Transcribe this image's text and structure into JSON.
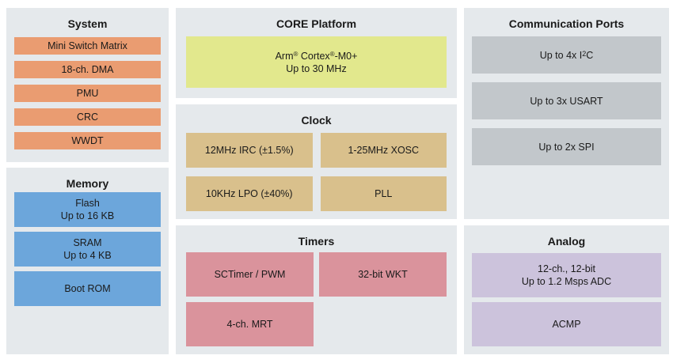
{
  "colors": {
    "panel_bg": "#e5e9ec",
    "system_block": "#ea9c71",
    "memory_block": "#6ca6db",
    "core_block": "#e2e88d",
    "clock_block": "#d9c08c",
    "timer_block": "#da939c",
    "comm_block": "#c2c7cb",
    "analog_block": "#ccc3dc"
  },
  "system": {
    "title": "System",
    "blocks": [
      "Mini Switch Matrix",
      "18-ch. DMA",
      "PMU",
      "CRC",
      "WWDT"
    ]
  },
  "memory": {
    "title": "Memory",
    "flash": {
      "line1": "Flash",
      "line2": "Up to 16 KB"
    },
    "sram": {
      "line1": "SRAM",
      "line2": "Up to 4 KB"
    },
    "boot_rom": "Boot ROM"
  },
  "core": {
    "title": "CORE Platform",
    "cpu": {
      "name_prefix": "Arm",
      "reg1": "®",
      "name_mid": " Cortex",
      "reg2": "®",
      "name_suffix": "-M0+",
      "line2": "Up to 30 MHz"
    }
  },
  "clock": {
    "title": "Clock",
    "blocks": [
      "12MHz IRC (±1.5%)",
      "1-25MHz XOSC",
      "10KHz LPO (±40%)",
      "PLL"
    ]
  },
  "timers": {
    "title": "Timers",
    "blocks": [
      "SCTimer / PWM",
      "32-bit WKT",
      "4-ch. MRT"
    ]
  },
  "comm": {
    "title": "Communication Ports",
    "i2c": {
      "prefix": "Up to 4x I",
      "sup": "2",
      "suffix": "C"
    },
    "usart": "Up to 3x USART",
    "spi": "Up to 2x SPI"
  },
  "analog": {
    "title": "Analog",
    "adc": {
      "line1": "12-ch., 12-bit",
      "line2": "Up to 1.2 Msps ADC"
    },
    "acmp": "ACMP"
  }
}
